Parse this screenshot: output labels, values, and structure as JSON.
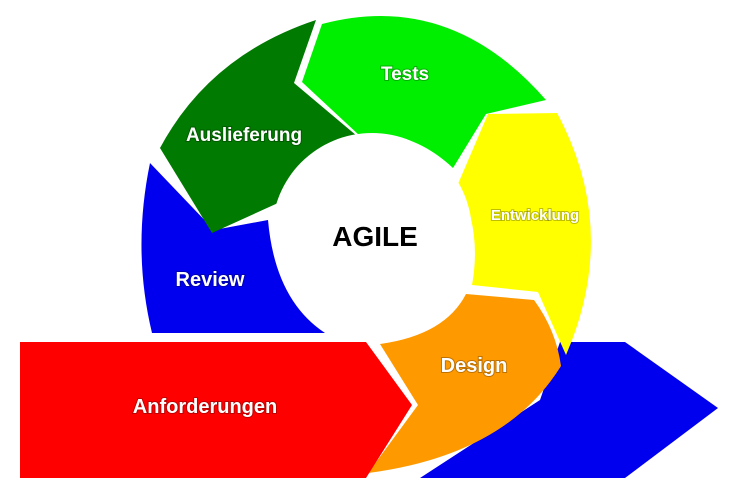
{
  "diagram": {
    "center_label": "AGILE",
    "stages": {
      "requirements": {
        "label": "Anforderungen",
        "color": "#ff0000"
      },
      "design": {
        "label": "Design",
        "color": "#ff9900"
      },
      "development": {
        "label": "Entwicklung",
        "color": "#ffff00"
      },
      "tests": {
        "label": "Tests",
        "color": "#00ee00"
      },
      "delivery": {
        "label": "Auslieferung",
        "color": "#007a00"
      },
      "review": {
        "label": "Review",
        "color": "#0000ee"
      }
    },
    "exit_arrow_color": "#0000ee",
    "background": "#ffffff"
  }
}
